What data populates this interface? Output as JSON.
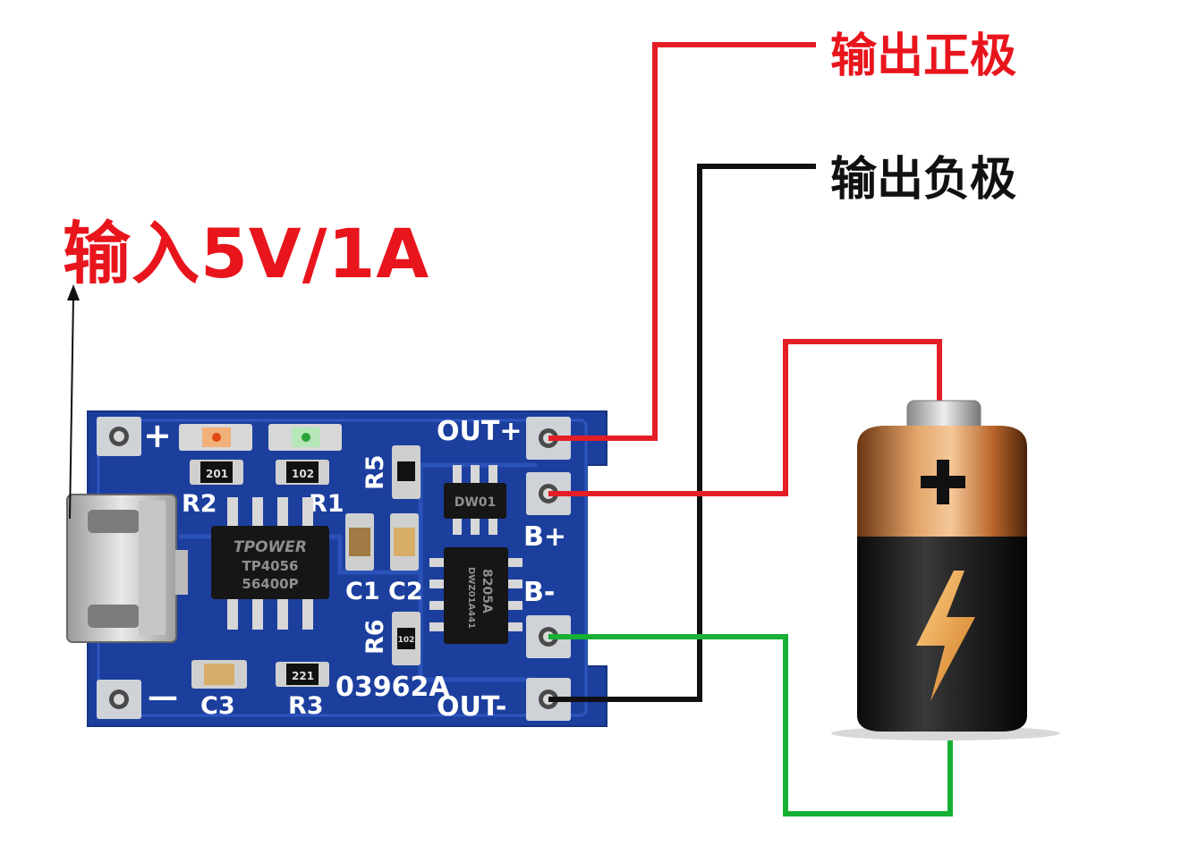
{
  "labels": {
    "input": "输入5V/1A",
    "output_positive": "输出正极",
    "output_negative": "输出负极"
  },
  "board": {
    "pads": {
      "out_plus": "OUT+",
      "b_plus": "B+",
      "b_minus": "B-",
      "out_minus": "OUT-",
      "plus": "+",
      "minus": "—"
    },
    "designators": {
      "r1": "R1",
      "r2": "R2",
      "r3": "R3",
      "r5": "R5",
      "r6": "R6",
      "c1": "C1",
      "c2": "C2",
      "c3": "C3"
    },
    "board_code": "03962A",
    "chip_main": {
      "brand": "TPOWER",
      "model": "TP4056",
      "lot": "56400P"
    },
    "chip_protect": {
      "model": "8205A",
      "lot": "DWZ01A441"
    },
    "chip_small": {
      "model": "DW01"
    },
    "resistor_codes": {
      "r1": "102",
      "r2": "201",
      "r3": "221",
      "r6": "102"
    }
  },
  "colors": {
    "label_red": "#e8151c",
    "label_black": "#111111",
    "wire_red": "#e41e26",
    "wire_black": "#111111",
    "wire_green": "#16b035",
    "pcb_blue": "#1c3f9e",
    "pcb_silk": "#ffffff"
  },
  "icons": [
    "battery-icon",
    "lightning-bolt-icon",
    "plus-sign-icon",
    "arrow-up-icon",
    "micro-usb-port-icon"
  ]
}
